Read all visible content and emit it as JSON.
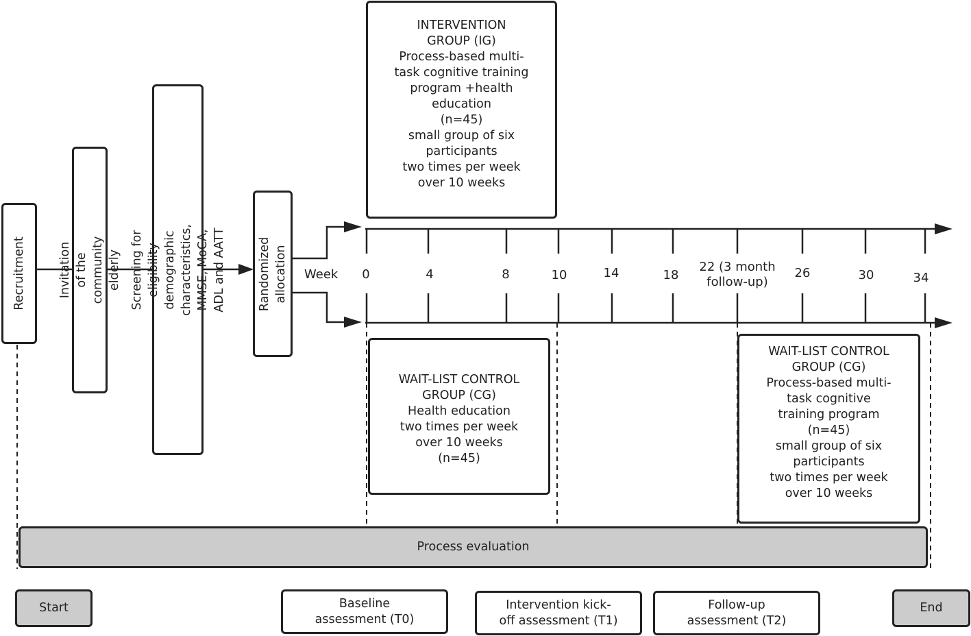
{
  "stages": {
    "recruitment": "Recruitment",
    "invitation": "Invitation of the  community\nelderly",
    "screening": "Screening for eligibility demographic\ncharacteristics, MMSE, MoCA, ADL and AATT",
    "randomized": "Randomized\nallocation"
  },
  "timeline": {
    "week_label": "Week",
    "ticks": [
      "0",
      "4",
      "8",
      "10",
      "14",
      "18",
      "22 (3 month\nfollow-up)",
      "26",
      "30",
      "34"
    ]
  },
  "groups": {
    "intervention": "INTERVENTION\nGROUP (IG)\nProcess-based multi-\ntask cognitive training\nprogram +health\neducation\n(n=45)\nsmall group of six\nparticipants\ntwo times per week\nover 10 weeks",
    "waitlist_first": "WAIT-LIST CONTROL\nGROUP (CG)\nHealth education\ntwo times per week\nover 10 weeks\n(n=45)",
    "waitlist_second": "WAIT-LIST CONTROL\nGROUP (CG)\nProcess-based multi-\ntask cognitive\ntraining program\n(n=45)\nsmall group of six\nparticipants\ntwo times per week\nover 10 weeks"
  },
  "process_evaluation": "Process evaluation",
  "milestones": {
    "start": "Start",
    "baseline": "Baseline\nassessment (T0)",
    "kickoff": "Intervention kick-\noff assessment (T1)",
    "followup": "Follow-up\nassessment (T2)",
    "end": "End"
  },
  "colors": {
    "line": "#222222",
    "gray_fill": "#cccccc",
    "background": "#ffffff"
  }
}
